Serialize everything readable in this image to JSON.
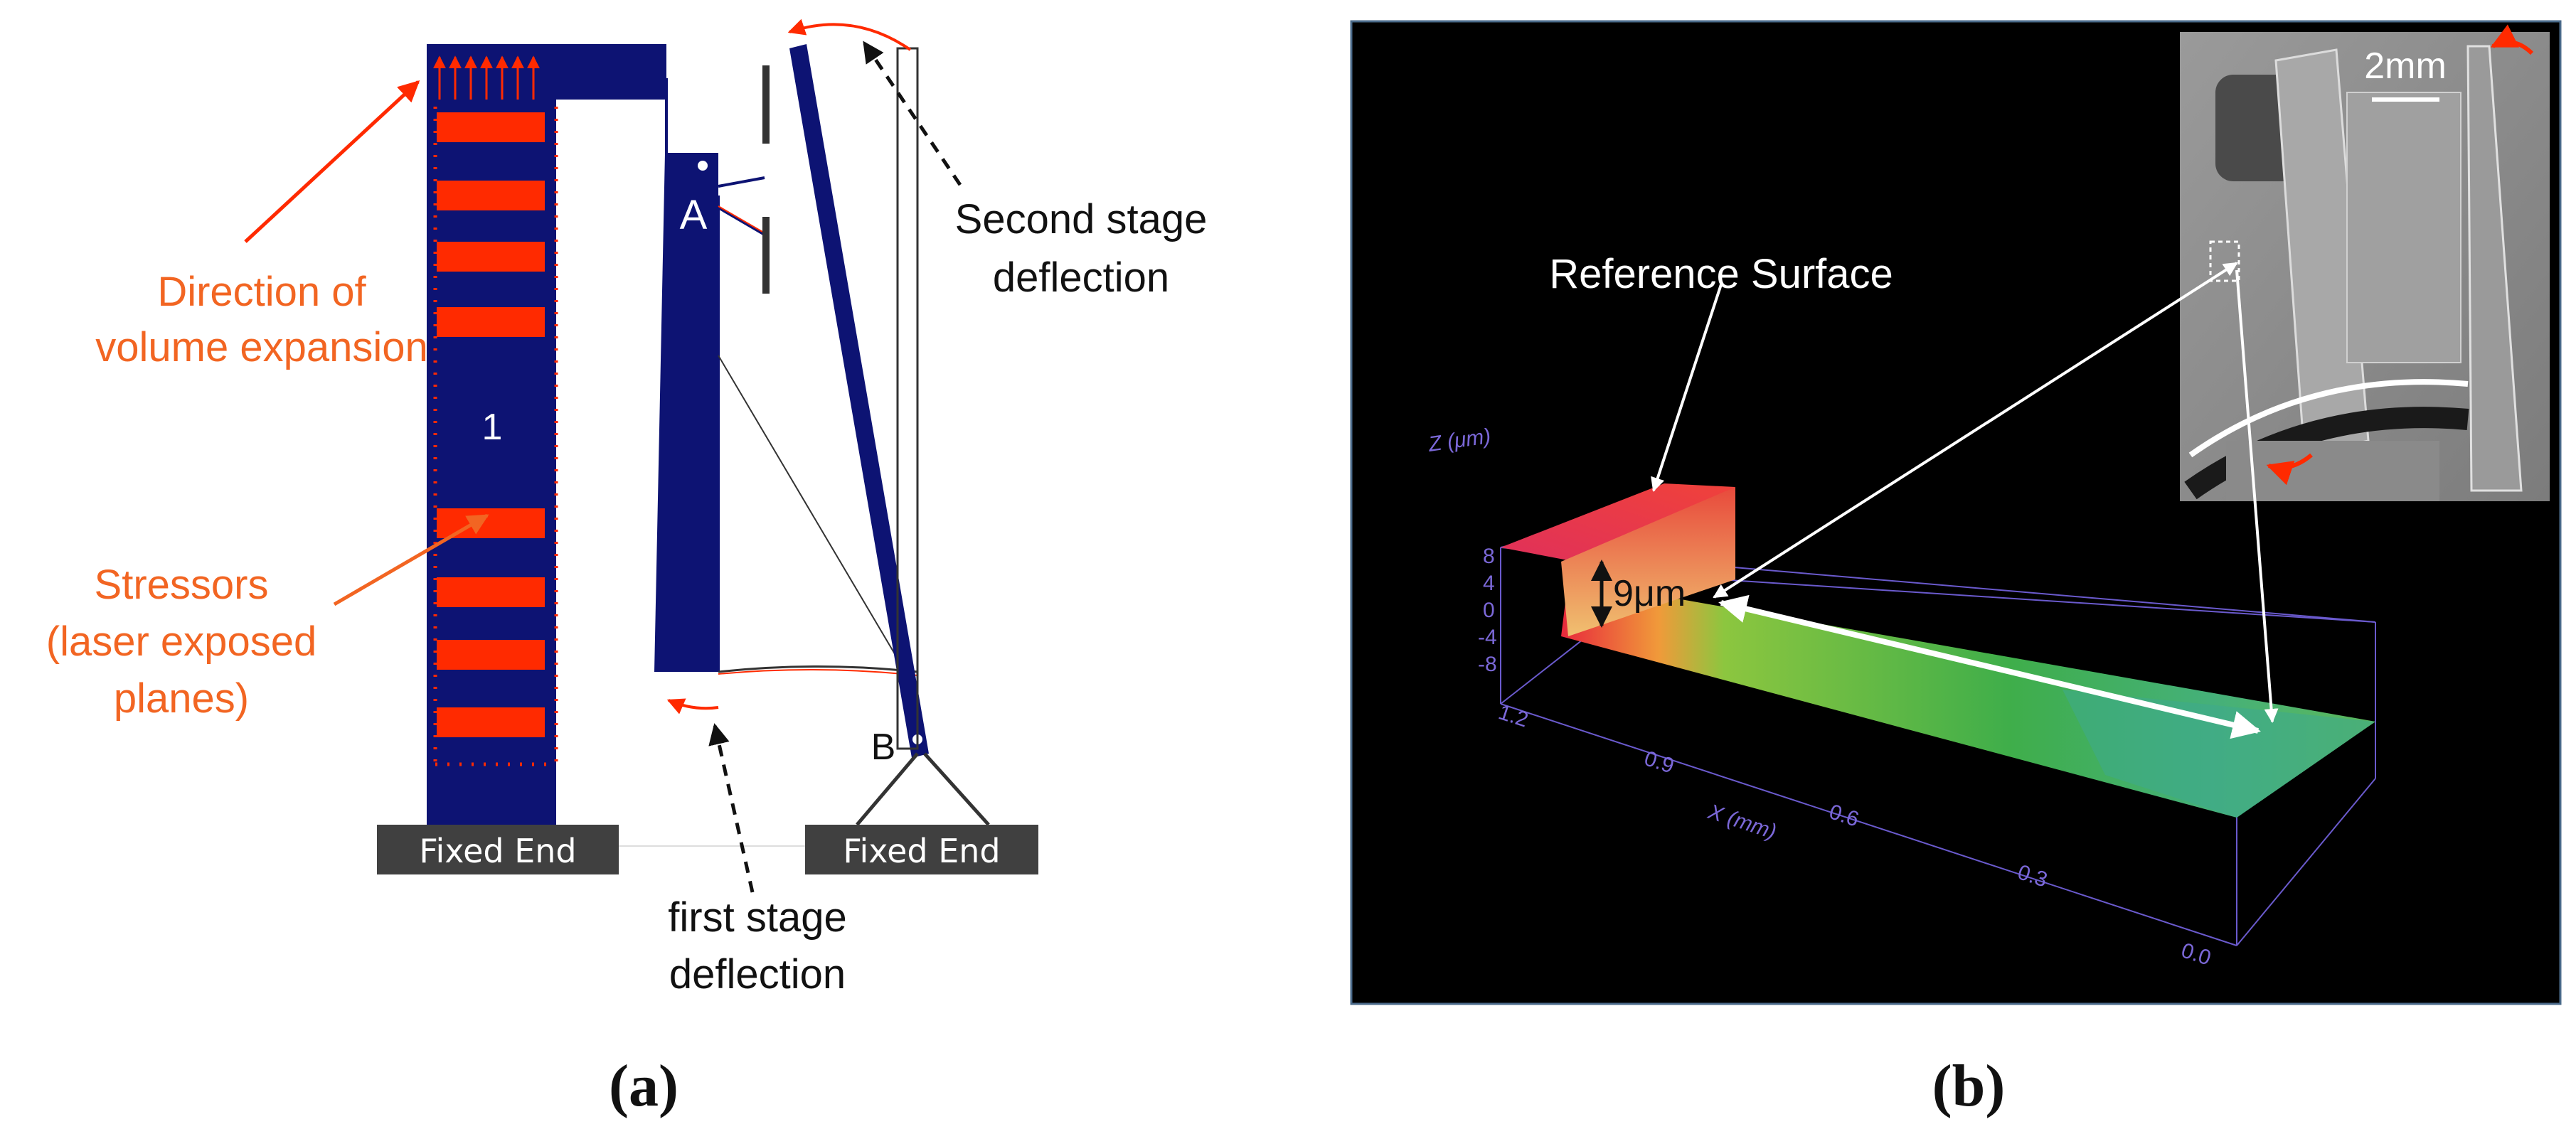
{
  "panel_a": {
    "panel_label": "(a)",
    "direction_label_line1": "Direction of",
    "direction_label_line2": "volume expansion",
    "number_label": "1",
    "stressors_line1": "Stressors",
    "stressors_line2": "(laser exposed",
    "stressors_line3": "planes)",
    "hinge_a": "A",
    "hinge_b": "B",
    "second_stage_line1": "Second stage",
    "second_stage_line2": "deflection",
    "first_stage_line1": "first stage",
    "first_stage_line2": "deflection",
    "fixed_end_left": "Fixed End",
    "fixed_end_right": "Fixed End"
  },
  "panel_b": {
    "panel_label": "(b)",
    "reference_surface": "Reference Surface",
    "step_height": "9μm",
    "scale_bar": "2mm",
    "z_axis_label": "Z (μm)",
    "z_ticks": [
      "8",
      "4",
      "0",
      "-4",
      "-8"
    ],
    "x_axis_label": "X (mm)",
    "x_ticks": [
      "1.2",
      "0.9",
      "0.6",
      "0.3",
      "0.0"
    ]
  },
  "colors": {
    "navy": "#0d1373",
    "stressor_red": "#ff2a00",
    "annotation_orange": "#f26522",
    "axis_purple": "#7b68d8",
    "surface_green": "#4fae3f",
    "surface_red": "#e8283c"
  }
}
